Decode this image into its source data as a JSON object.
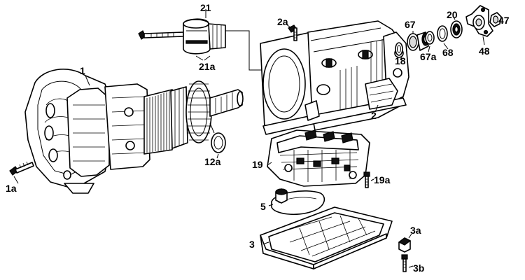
{
  "labels": {
    "l1": "1",
    "l1a": "1a",
    "l2": "2",
    "l2a": "2a",
    "l3": "3",
    "l3a": "3a",
    "l3b": "3b",
    "l5": "5",
    "l12a": "12a",
    "l18": "18",
    "l19": "19",
    "l19a": "19a",
    "l20": "20",
    "l21": "21",
    "l21a": "21a",
    "l47": "47",
    "l48": "48",
    "l67": "67",
    "l67a": "67a",
    "l68": "68"
  }
}
